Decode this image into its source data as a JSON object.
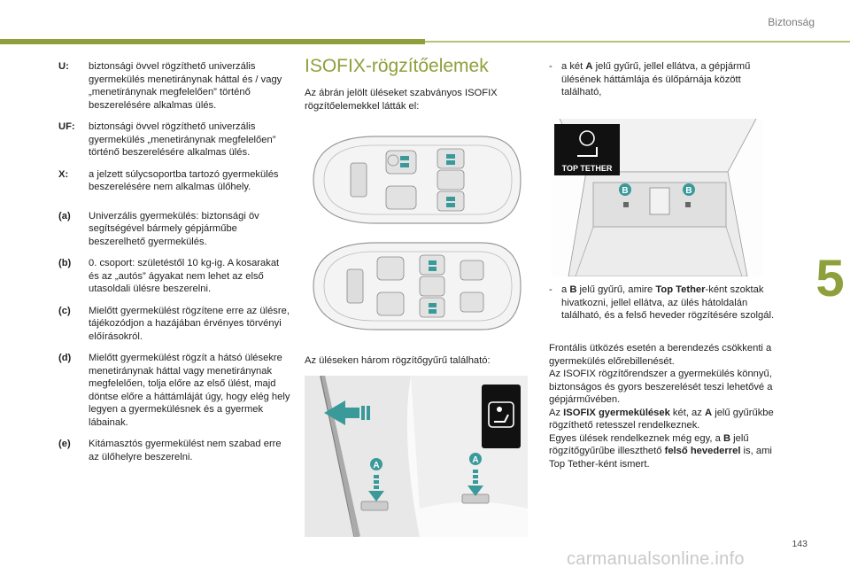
{
  "header": {
    "section": "Biztonság"
  },
  "chapter_number": "5",
  "page_number": "143",
  "watermark": "carmanualsonline.info",
  "definitions": [
    {
      "key": "U:",
      "text": "biztonsági övvel rögzíthető univerzális gyermekülés menetiránynak háttal és / vagy „menetiránynak megfelelően” történő beszerelésére alkalmas ülés."
    },
    {
      "key": "UF:",
      "text": "biztonsági övvel rögzíthető univerzális gyermekülés „menetiránynak megfelelően” történő beszerelésére alkalmas ülés."
    },
    {
      "key": "X:",
      "text": "a jelzett súlycsoportba tartozó gyermekülés beszerelésére nem alkalmas ülőhely."
    }
  ],
  "notes": [
    {
      "key": "(a)",
      "text": "Univerzális gyermekülés: biztonsági öv segítségével bármely gépjárműbe beszerelhető gyermekülés."
    },
    {
      "key": "(b)",
      "text": "0. csoport: születéstől 10 kg-ig. A kosarakat és az „autós” ágyakat nem lehet az első utasoldali ülésre beszerelni."
    },
    {
      "key": "(c)",
      "text": "Mielőtt gyermekülést rögzítene erre az ülésre, tájékozódjon a hazájában érvényes törvényi előírásokról."
    },
    {
      "key": "(d)",
      "text": "Mielőtt gyermekülést rögzít a hátsó ülésekre menetiránynak háttal vagy menetiránynak megfelelően, tolja előre az első ülést, majd döntse előre a háttámláját úgy, hogy elég hely legyen a gyermekülésnek és a gyermek lábainak."
    },
    {
      "key": "(e)",
      "text": "Kitámasztós gyermekülést nem szabad erre az ülőhelyre beszerelni."
    }
  ],
  "isofix": {
    "heading": "ISOFIX-rögzítőelemek",
    "intro": "Az ábrán jelölt üléseket szabványos ISOFIX rögzítőelemekkel látták el:",
    "caption": "Az üléseken három rögzítőgyűrű található:",
    "photo_label_a": "A",
    "photo_label_b": "B",
    "top_tether_label": "TOP TETHER"
  },
  "bullets": {
    "a_prefix": "a két ",
    "a_letter": "A",
    "a_rest": " jelű gyűrű, jellel ellátva, a gépjármű ülésének háttámlája és ülőpárnája között található,",
    "b_prefix": "a ",
    "b_letter": "B",
    "b_mid": " jelű gyűrű, amire ",
    "b_bold": "Top Tether",
    "b_rest": "-ként szoktak hivatkozni, jellel ellátva, az ülés hátoldalán található, és a felső heveder rögzítésére szolgál."
  },
  "paragraph": {
    "p1": "Frontális ütközés esetén a berendezés csökkenti a gyermekülés előrebillenését.",
    "p2": "Az ISOFIX rögzítőrendszer a gyermekülés könnyű, biztonságos és gyors beszerelését teszi lehetővé a gépjárművében.",
    "p3_prefix": "Az ",
    "p3_bold": "ISOFIX gyermekülések",
    "p3_mid": " két, az ",
    "p3_a": "A",
    "p3_rest": " jelű gyűrűkbe rögzíthető retesszel rendelkeznek.",
    "p4_prefix": "Egyes ülések rendelkeznek még egy, a ",
    "p4_b": "B",
    "p4_mid": " jelű rögzítőgyűrűbe illeszthető ",
    "p4_bold": "felső hevederrel",
    "p4_rest": " is, ami Top Tether-ként ismert."
  },
  "colors": {
    "accent": "#8ea03b",
    "marker": "#3a9a9a"
  }
}
